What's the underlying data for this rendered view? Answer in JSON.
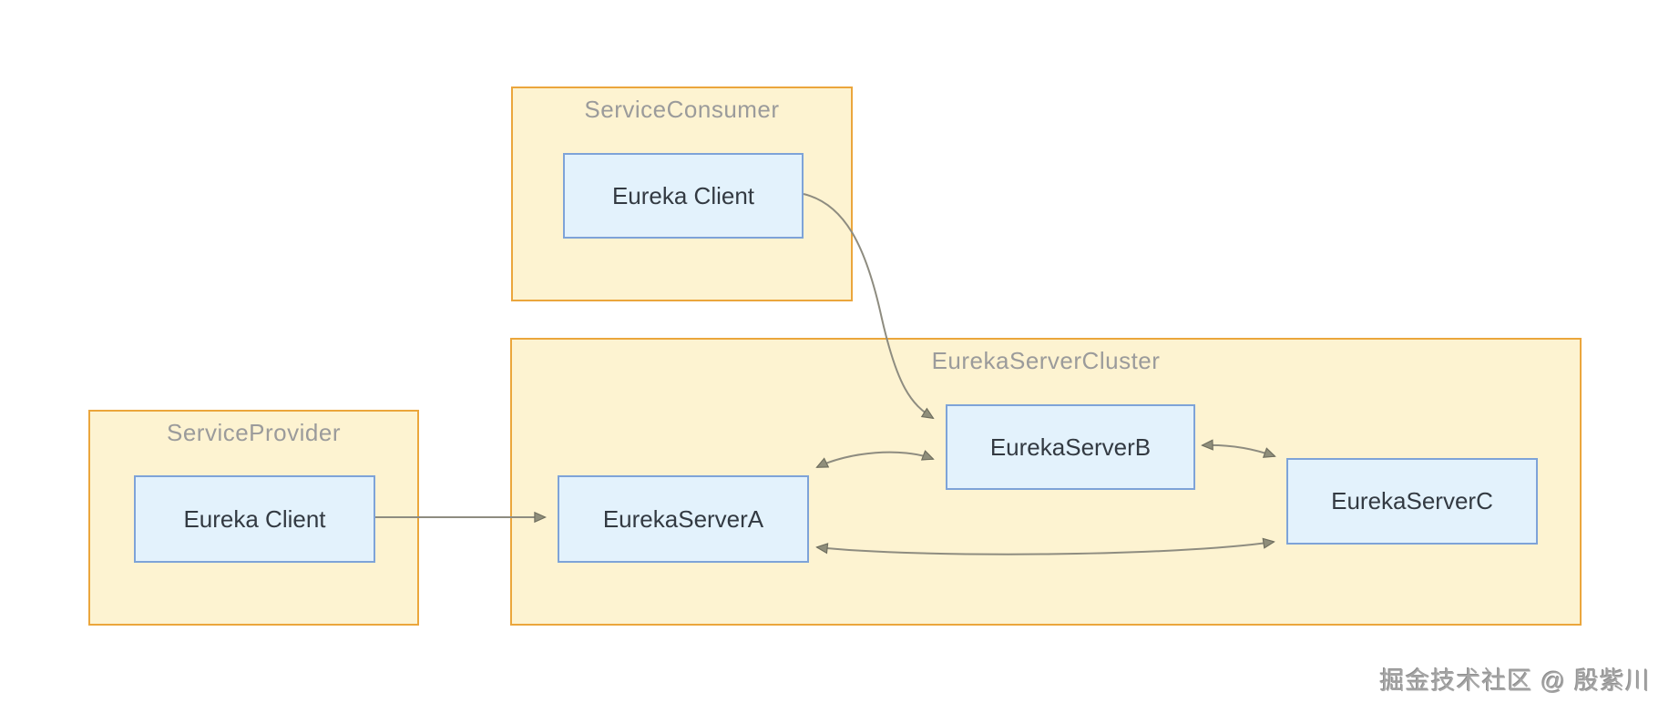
{
  "diagram": {
    "containers": {
      "service_consumer": {
        "title": "ServiceConsumer",
        "node": "Eureka Client"
      },
      "service_provider": {
        "title": "ServiceProvider",
        "node": "Eureka Client"
      },
      "eureka_server_cluster": {
        "title": "EurekaServerCluster",
        "nodes": [
          "EurekaServerA",
          "EurekaServerB",
          "EurekaServerC"
        ]
      }
    },
    "edges": [
      {
        "from": "service-provider/eureka-client",
        "to": "eureka-server-a",
        "directed": "one-way"
      },
      {
        "from": "service-consumer/eureka-client",
        "to": "eureka-server-b",
        "directed": "one-way"
      },
      {
        "from": "eureka-server-a",
        "to": "eureka-server-b",
        "directed": "two-way"
      },
      {
        "from": "eureka-server-b",
        "to": "eureka-server-c",
        "directed": "two-way"
      },
      {
        "from": "eureka-server-a",
        "to": "eureka-server-c",
        "directed": "two-way"
      }
    ],
    "colors": {
      "container_fill": "#fdf3d1",
      "container_border": "#eba63c",
      "node_fill": "#e3f2fc",
      "node_border": "#7ea3d8",
      "edge_stroke": "#8e8c80",
      "arrowhead_fill": "#8f8e7b",
      "title_text": "#9b9b9b",
      "node_text": "#333a42"
    }
  },
  "watermark": "掘金技术社区 @ 殷紫川"
}
